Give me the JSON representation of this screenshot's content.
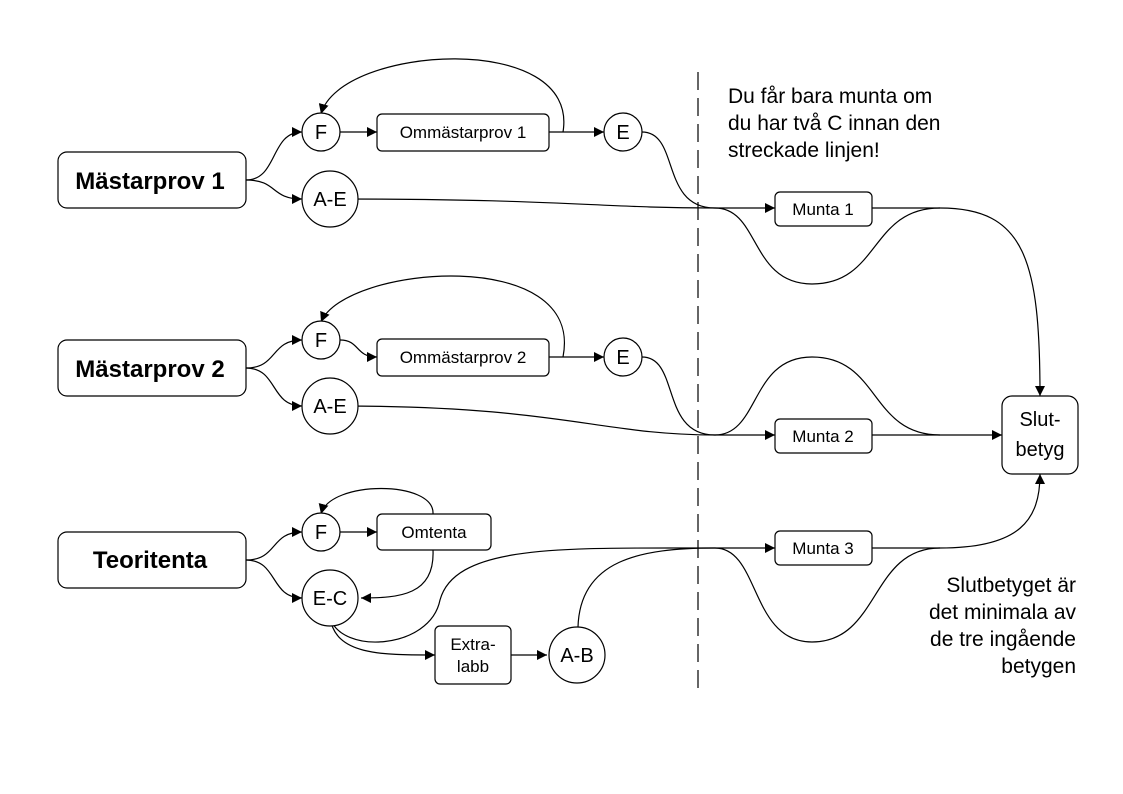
{
  "nodes": {
    "mastarprov1": "Mästarprov 1",
    "mastarprov2": "Mästarprov 2",
    "teoritenta": "Teoritenta",
    "mp1_f": "F",
    "mp1_ae": "A-E",
    "mp1_omm": "Ommästarprov 1",
    "mp1_e": "E",
    "mp2_f": "F",
    "mp2_ae": "A-E",
    "mp2_omm": "Ommästarprov 2",
    "mp2_e": "E",
    "tt_f": "F",
    "tt_omtenta": "Omtenta",
    "tt_ec": "E-C",
    "tt_extra_1": "Extra-",
    "tt_extra_2": "labb",
    "tt_ab": "A-B",
    "munta1": "Munta 1",
    "munta2": "Munta 2",
    "munta3": "Munta 3",
    "slut_1": "Slut-",
    "slut_2": "betyg"
  },
  "notes": {
    "top": [
      "Du får bara munta om",
      "du har två C innan den",
      "streckade linjen!"
    ],
    "bottom": [
      "Slutbetyget är",
      "det minimala av",
      "de tre ingående",
      "betygen"
    ]
  }
}
